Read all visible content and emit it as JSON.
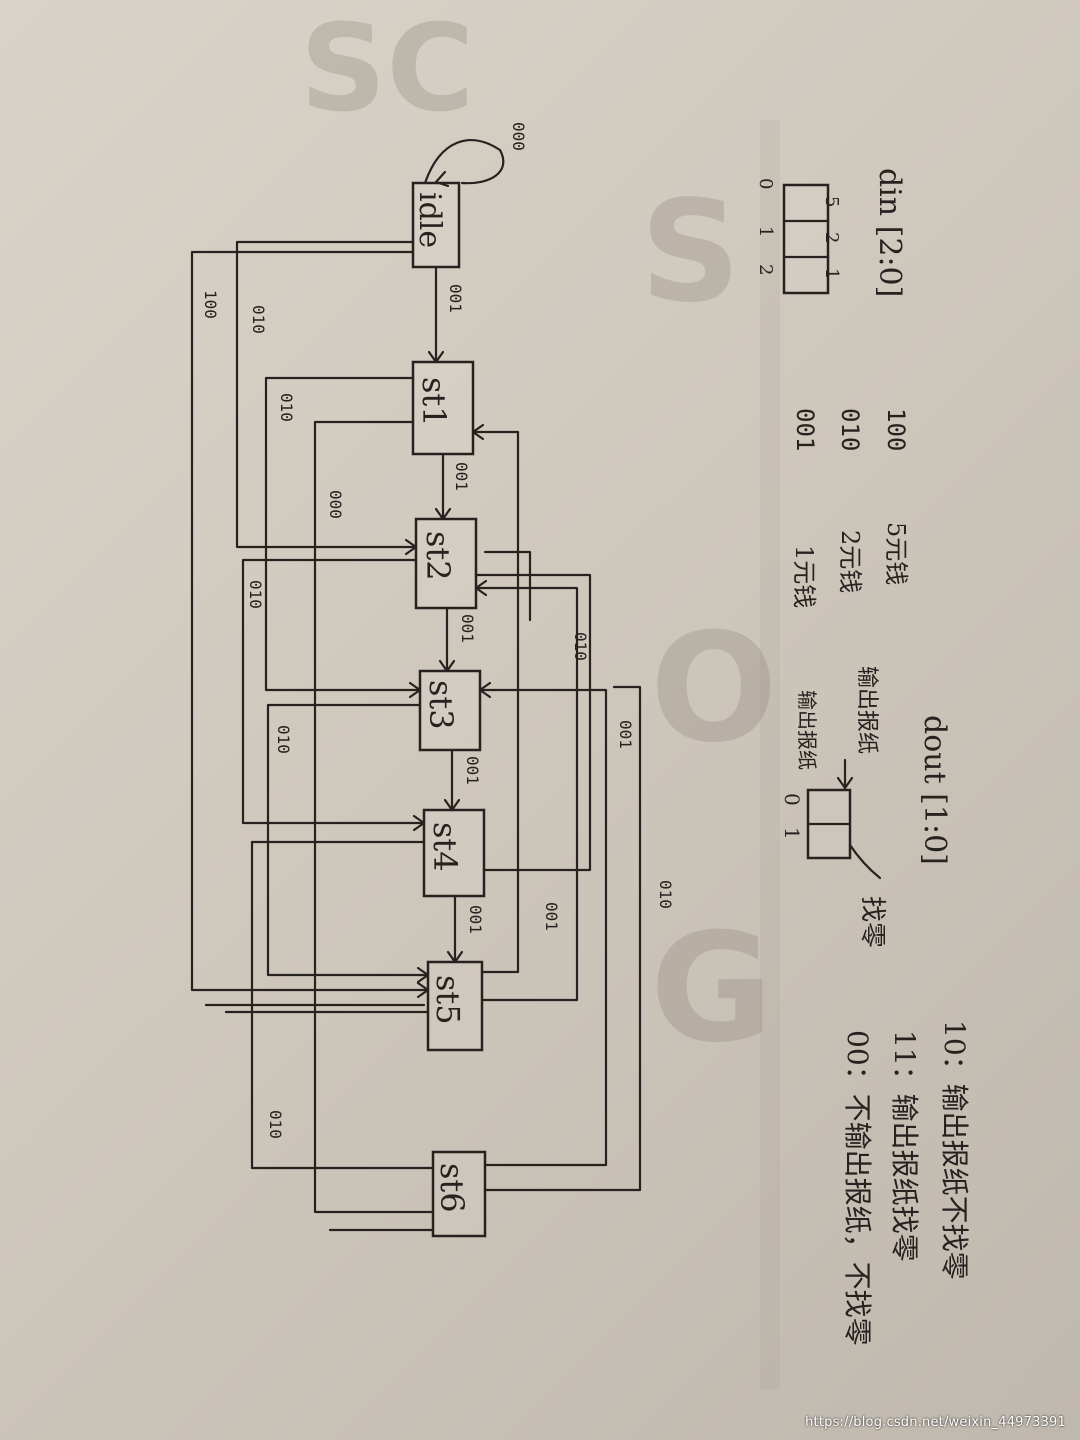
{
  "states": [
    {
      "id": "idle",
      "label": "idle"
    },
    {
      "id": "st1",
      "label": "st1"
    },
    {
      "id": "st2",
      "label": "st2"
    },
    {
      "id": "st3",
      "label": "st3"
    },
    {
      "id": "st4",
      "label": "st4"
    },
    {
      "id": "st5",
      "label": "st5"
    },
    {
      "id": "st6",
      "label": "st6"
    }
  ],
  "self_loop_label": "000",
  "main_path_labels": [
    "001",
    "001",
    "001",
    "001",
    "001"
  ],
  "edge_labels": {
    "idle_100": "100",
    "idle_010": "010",
    "st1_010": "010",
    "st1_000": "000",
    "st2_010": "010",
    "st2_in_010": "010",
    "st3_010": "010",
    "st3_in_001": "001",
    "st4_001": "001",
    "st5_010": "010",
    "st6_010": "010"
  },
  "din": {
    "title": "din [2:0]",
    "bit_top": [
      "5",
      "2",
      "1"
    ],
    "bit_index": [
      "0",
      "1",
      "2"
    ],
    "codes": [
      "100",
      "010",
      "001"
    ],
    "meanings": [
      "5元钱",
      "2元钱",
      "1元钱"
    ]
  },
  "dout": {
    "title": "dout [1:0]",
    "bit_index": [
      "0",
      "1"
    ],
    "label_out": "输出报纸",
    "label_change": "找零",
    "label_left": "输出报纸"
  },
  "legend": [
    "10：输出报纸不找零",
    "11：输出报纸找零",
    "00：不输出报纸，不找零"
  ],
  "watermark": "https://blog.csdn.net/weixin_44973391"
}
